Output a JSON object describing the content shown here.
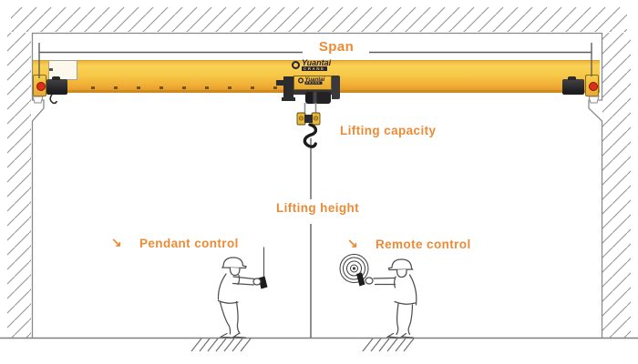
{
  "diagram": {
    "type": "overhead-crane-diagram",
    "labels": {
      "span": "Span",
      "lifting_capacity": "Lifting capacity",
      "lifting_height": "Lifting height",
      "pendant_control": "Pendant control",
      "remote_control": "Remote control"
    },
    "arrow_glyph": "↘",
    "brand": {
      "name": "Yuantai",
      "division": "CRANE"
    },
    "colors": {
      "beam_yellow": "#F5C344",
      "label_orange": "#EC8B35",
      "buffer_red": "#DF2D1C",
      "machinery_dark": "#2C2C2E",
      "line_gray": "#8A8A8A"
    }
  }
}
